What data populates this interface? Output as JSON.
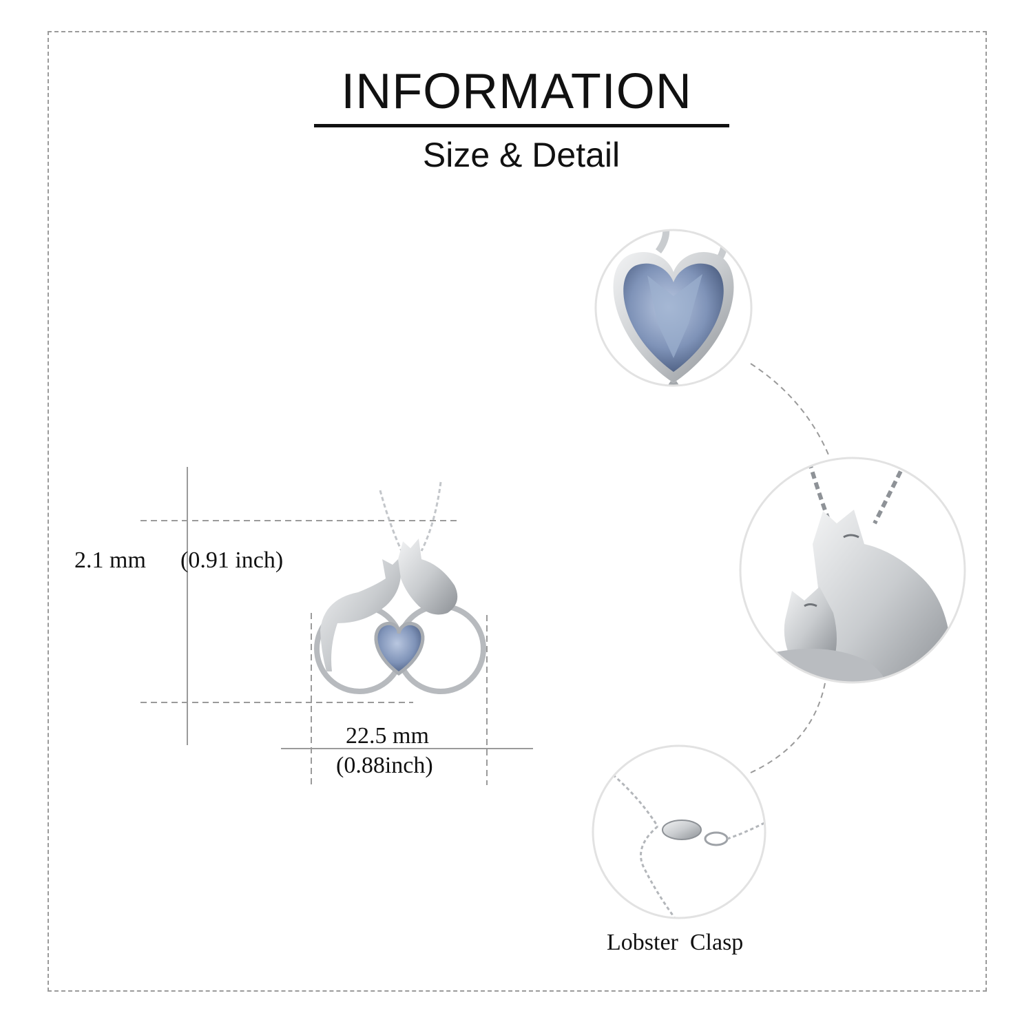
{
  "header": {
    "title": "INFORMATION",
    "subtitle": "Size & Detail"
  },
  "dimensions": {
    "height_mm": "2.1 mm",
    "height_inch": "(0.91 inch)",
    "width_mm": "22.5 mm",
    "width_inch": "(0.88inch)"
  },
  "details": {
    "clasp_caption": "Lobster  Clasp"
  },
  "colors": {
    "gem_blue": "#7f93b8",
    "gem_dark": "#3e4f72",
    "silver": "#c9cccf",
    "silver_dark": "#8d9196",
    "guide_gray": "#9a9a9a"
  }
}
